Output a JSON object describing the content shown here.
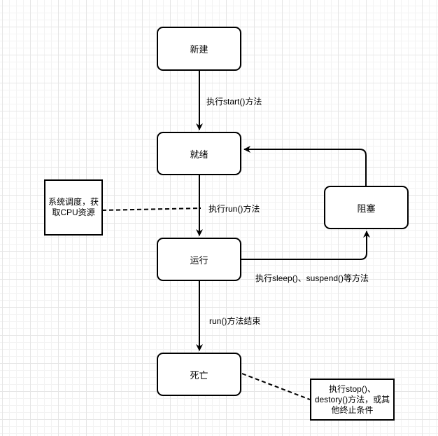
{
  "states": {
    "new": "新建",
    "ready": "就绪",
    "running": "运行",
    "blocked": "阻塞",
    "dead": "死亡"
  },
  "transitions": {
    "start": "执行start()方法",
    "run": "执行run()方法",
    "sleep_suspend": "执行sleep()、suspend()等方法",
    "run_end": "run()方法结束"
  },
  "notes": {
    "scheduling": "系统调度，获取CPU资源",
    "stop_destroy": "执行stop()、destory()方法，或其他终止条件"
  }
}
